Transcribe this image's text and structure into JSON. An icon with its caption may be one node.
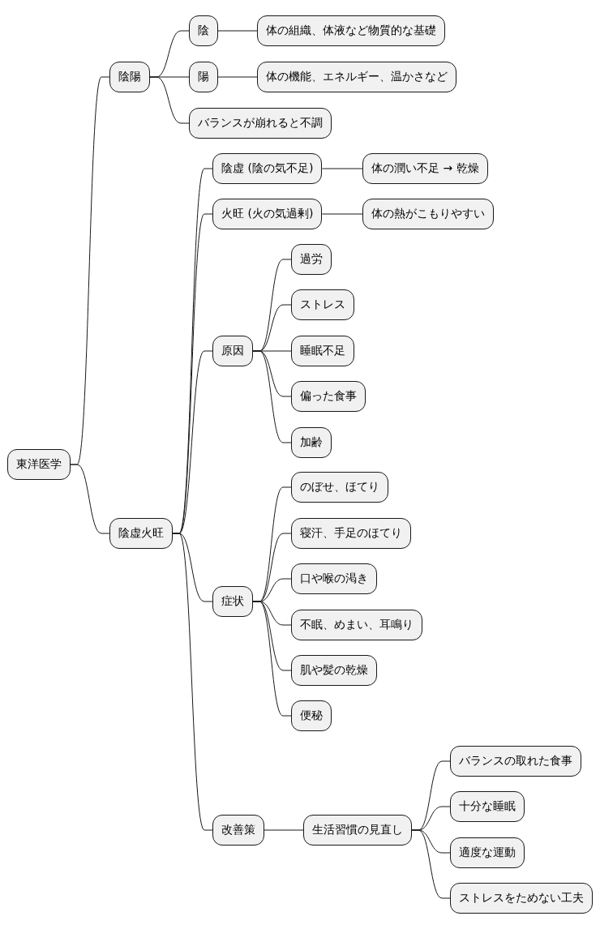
{
  "diagram": {
    "nodes": [
      {
        "text": [
          "東洋医学"
        ]
      },
      {
        "text": [
          "陰陽"
        ]
      },
      {
        "text": [
          "陰"
        ]
      },
      {
        "text": [
          "体の組織、体液など物質的な基礎"
        ]
      },
      {
        "text": [
          "陽"
        ]
      },
      {
        "text": [
          "体の機能、エネルギー、温かさなど"
        ]
      },
      {
        "text": [
          "バランスが崩れると不調"
        ]
      },
      {
        "text": [
          "陰虚火旺"
        ]
      },
      {
        "text": [
          "陰虚 (陰の気不足)"
        ]
      },
      {
        "text": [
          "体の潤い不足 → 乾燥"
        ]
      },
      {
        "text": [
          "火旺 (火の気過剰)"
        ]
      },
      {
        "text": [
          "体の熱がこもりやすい"
        ]
      },
      {
        "text": [
          "原因"
        ]
      },
      {
        "text": [
          "過労"
        ]
      },
      {
        "text": [
          "ストレス"
        ]
      },
      {
        "text": [
          "睡眠不足"
        ]
      },
      {
        "text": [
          "偏った食事"
        ]
      },
      {
        "text": [
          "加齢"
        ]
      },
      {
        "text": [
          "症状"
        ]
      },
      {
        "text": [
          "のぼせ、ほてり"
        ]
      },
      {
        "text": [
          "寝汗、手足のほてり"
        ]
      },
      {
        "text": [
          "口や喉の渇き"
        ]
      },
      {
        "text": [
          "不眠、めまい、耳鳴り"
        ]
      },
      {
        "text": [
          "肌や髪の乾燥"
        ]
      },
      {
        "text": [
          "便秘"
        ]
      },
      {
        "text": [
          "改善策"
        ]
      },
      {
        "text": [
          "生活習慣の見直し"
        ]
      },
      {
        "text": [
          "バランスの取れた食事"
        ]
      },
      {
        "text": [
          "十分な睡眠"
        ]
      },
      {
        "text": [
          "適度な運動"
        ]
      },
      {
        "text": [
          "ストレスをためない工夫"
        ]
      }
    ],
    "edges": [
      {
        "from": 0,
        "to": 1,
        "arrow": "none"
      },
      {
        "from": 1,
        "to": 2,
        "arrow": "none"
      },
      {
        "from": 2,
        "to": 3,
        "arrow": "none"
      },
      {
        "from": 1,
        "to": 4,
        "arrow": "none"
      },
      {
        "from": 4,
        "to": 5,
        "arrow": "none"
      },
      {
        "from": 1,
        "to": 6,
        "arrow": "none"
      },
      {
        "from": 0,
        "to": 7,
        "arrow": "none"
      },
      {
        "from": 7,
        "to": 8,
        "arrow": "none"
      },
      {
        "from": 8,
        "to": 9,
        "arrow": "none"
      },
      {
        "from": 7,
        "to": 10,
        "arrow": "none"
      },
      {
        "from": 10,
        "to": 11,
        "arrow": "none"
      },
      {
        "from": 7,
        "to": 12,
        "arrow": "none"
      },
      {
        "from": 12,
        "to": 13,
        "arrow": "none"
      },
      {
        "from": 12,
        "to": 14,
        "arrow": "none"
      },
      {
        "from": 12,
        "to": 15,
        "arrow": "none"
      },
      {
        "from": 12,
        "to": 16,
        "arrow": "none"
      },
      {
        "from": 12,
        "to": 17,
        "arrow": "none"
      },
      {
        "from": 7,
        "to": 18,
        "arrow": "none"
      },
      {
        "from": 18,
        "to": 19,
        "arrow": "none"
      },
      {
        "from": 18,
        "to": 20,
        "arrow": "none"
      },
      {
        "from": 18,
        "to": 21,
        "arrow": "none"
      },
      {
        "from": 18,
        "to": 22,
        "arrow": "none"
      },
      {
        "from": 18,
        "to": 23,
        "arrow": "none"
      },
      {
        "from": 18,
        "to": 24,
        "arrow": "none"
      },
      {
        "from": 7,
        "to": 25,
        "arrow": "none"
      },
      {
        "from": 25,
        "to": 26,
        "arrow": "none"
      },
      {
        "from": 26,
        "to": 27,
        "arrow": "none"
      },
      {
        "from": 26,
        "to": 28,
        "arrow": "none"
      },
      {
        "from": 26,
        "to": 29,
        "arrow": "none"
      },
      {
        "from": 26,
        "to": 30,
        "arrow": "none"
      }
    ]
  }
}
